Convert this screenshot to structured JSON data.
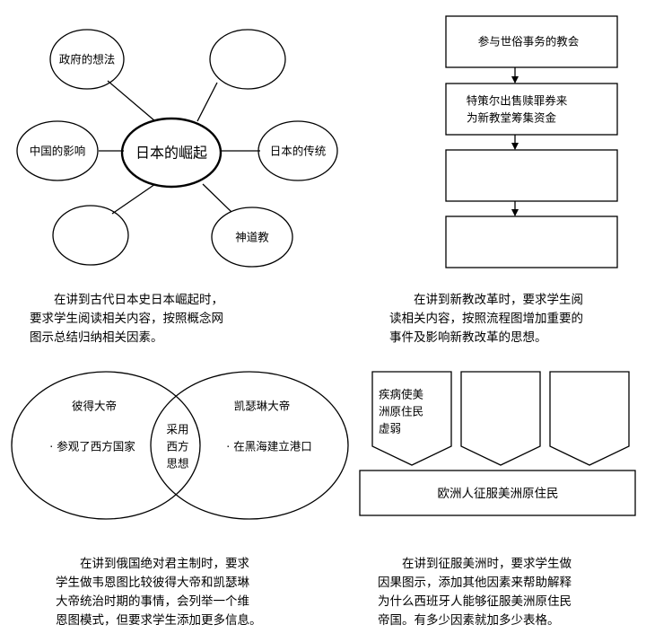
{
  "concept_map": {
    "center": "日本的崛起",
    "nodes": {
      "top_left": "政府的想法",
      "left": "中国的影响",
      "bottom_left": "",
      "top_right": "",
      "right": "日本的传统",
      "bottom_right": "神道教"
    },
    "caption": [
      "在讲到古代日本史日本崛起时，",
      "要求学生阅读相关内容，按照概念网",
      "图示总结归纳相关因素。"
    ]
  },
  "flowchart": {
    "steps": [
      [
        "参与世俗事务的教会"
      ],
      [
        "特策尔出售赎罪券来",
        "为新教堂筹集资金"
      ],
      [
        ""
      ],
      [
        ""
      ]
    ],
    "caption": [
      "在讲到新教改革时，要求学生阅",
      "读相关内容，按照流程图增加重要的",
      "事件及影响新教改革的思想。"
    ]
  },
  "venn": {
    "left_title": "彼得大帝",
    "left_item": "· 参观了西方国家",
    "right_title": "凯瑟琳大帝",
    "right_item": "· 在黑海建立港口",
    "overlap": [
      "采用",
      "西方",
      "思想"
    ],
    "caption": [
      "在讲到俄国绝对君主制时，要求",
      "学生做韦恩图比较彼得大帝和凯瑟琳",
      "大帝统治时期的事情，会列举一个维",
      "恩图模式，但要求学生添加更多信息。"
    ]
  },
  "cause_effect": {
    "causes": [
      [
        "疾病使美",
        "洲原住民",
        "虚弱"
      ],
      [
        ""
      ],
      [
        ""
      ]
    ],
    "effect": "欧洲人征服美洲原住民",
    "caption": [
      "在讲到征服美洲时，要求学生做",
      "因果图示，添加其他因素来帮助解释",
      "为什么西班牙人能够征服美洲原住民",
      "帝国。有多少因素就加多少表格。"
    ]
  }
}
